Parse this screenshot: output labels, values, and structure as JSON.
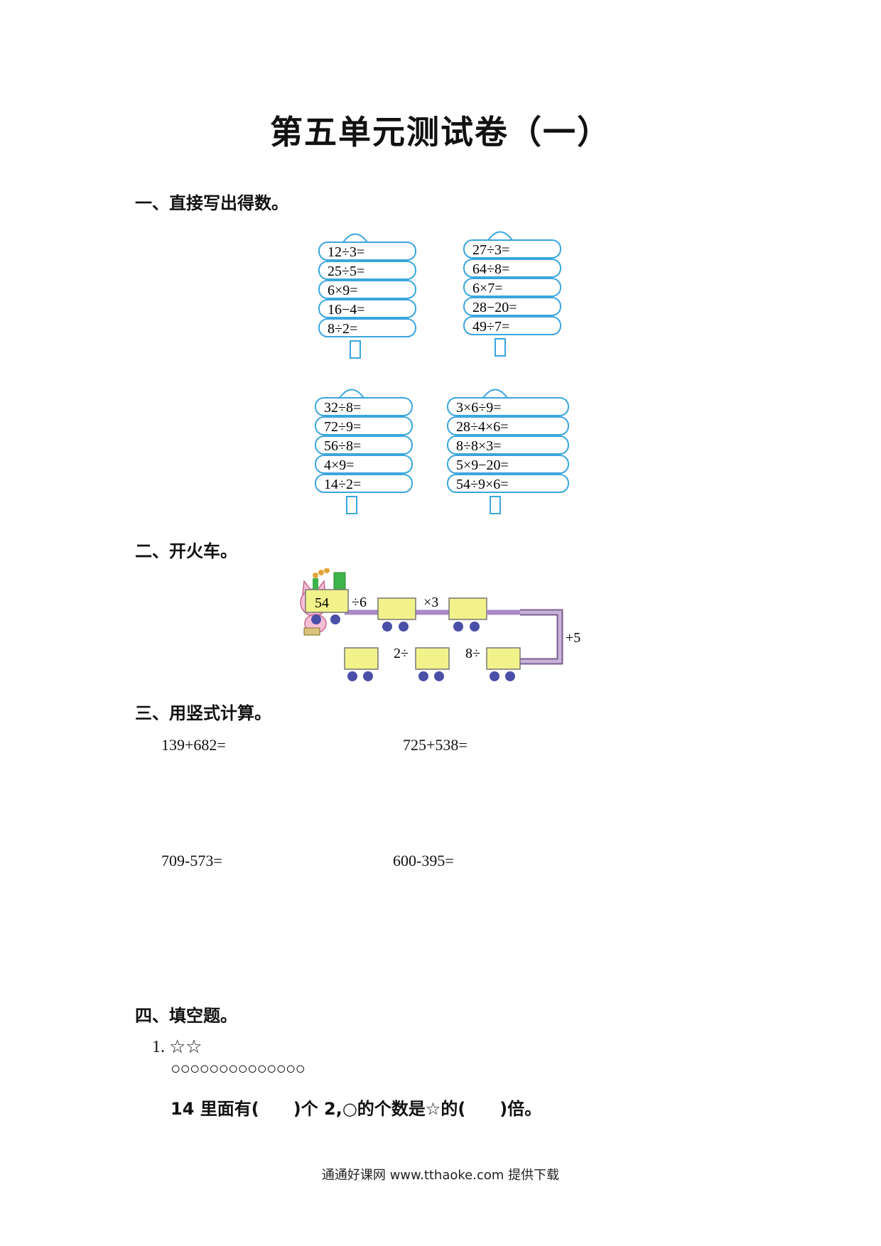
{
  "title": "第五单元测试卷（一）",
  "sections": {
    "s1": "一、直接写出得数。",
    "s2": "二、开火车。",
    "s3": "三、用竖式计算。",
    "s4": "四、填空题。"
  },
  "ladders": [
    {
      "items": [
        "12÷3=",
        "25÷5=",
        "6×9=",
        "16−4=",
        "8÷2="
      ]
    },
    {
      "items": [
        "27÷3=",
        "64÷8=",
        "6×7=",
        "28−20=",
        "49÷7="
      ]
    },
    {
      "items": [
        "32÷8=",
        "72÷9=",
        "56÷8=",
        "4×9=",
        "14÷2="
      ]
    },
    {
      "items": [
        "3×6÷9=",
        "28÷4×6=",
        "8÷8×3=",
        "5×9−20=",
        "54÷9×6="
      ]
    }
  ],
  "train": {
    "start": "54",
    "op1": "÷6",
    "op2": "×3",
    "op3": "+5",
    "op4": "8÷",
    "op5": "2÷"
  },
  "vertical": [
    "139+682=",
    "725+538=",
    "709-573=",
    "600-395="
  ],
  "fill": {
    "q1_num": "1.",
    "stars": "☆☆",
    "circles": "○○○○○○○○○○○○○○",
    "sentence": "14 里面有(　　)个 2,○的个数是☆的(　　)倍。"
  },
  "footer": "通通好课网 www.tthaoke.com 提供下载",
  "colors": {
    "ladder": "#3aa6dd",
    "train_body": "#f2f28a",
    "wheel": "#4a4fa8",
    "rail": "#a989c6"
  }
}
